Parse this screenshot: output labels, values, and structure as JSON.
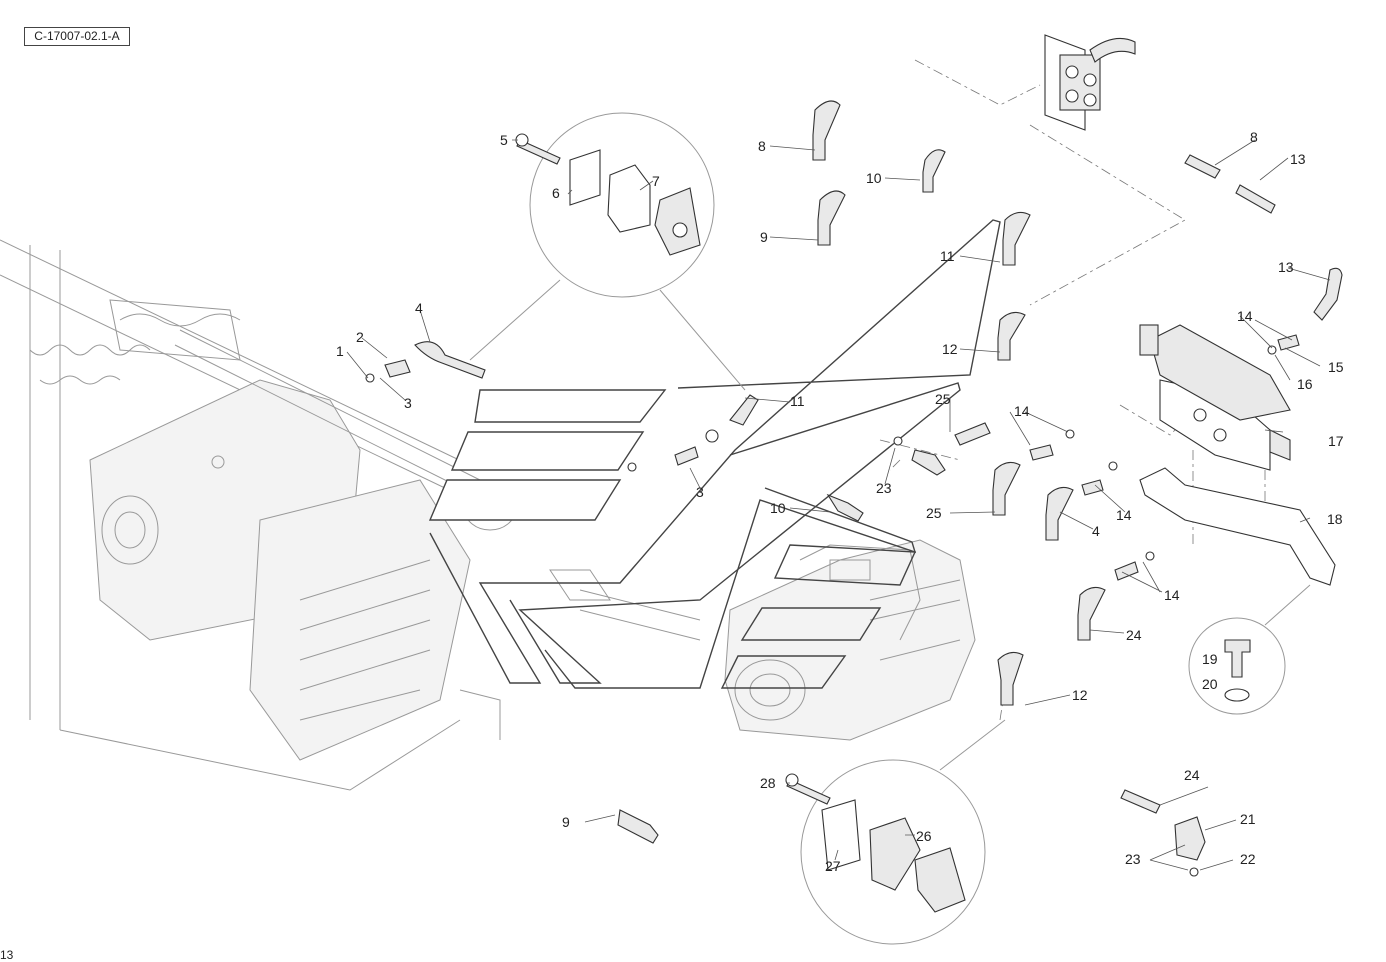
{
  "drawing": {
    "reference": "C-17007-02.1-A",
    "corner_text": "13"
  },
  "callouts": [
    {
      "id": "c1",
      "text": "1"
    },
    {
      "id": "c2",
      "text": "2"
    },
    {
      "id": "c3a",
      "text": "3"
    },
    {
      "id": "c3b",
      "text": "3"
    },
    {
      "id": "c4a",
      "text": "4"
    },
    {
      "id": "c4b",
      "text": "4"
    },
    {
      "id": "c5",
      "text": "5"
    },
    {
      "id": "c6",
      "text": "6"
    },
    {
      "id": "c7",
      "text": "7"
    },
    {
      "id": "c8a",
      "text": "8"
    },
    {
      "id": "c8b",
      "text": "8"
    },
    {
      "id": "c9a",
      "text": "9"
    },
    {
      "id": "c9b",
      "text": "9"
    },
    {
      "id": "c10a",
      "text": "10"
    },
    {
      "id": "c10b",
      "text": "10"
    },
    {
      "id": "c11a",
      "text": "11"
    },
    {
      "id": "c11b",
      "text": "11"
    },
    {
      "id": "c12a",
      "text": "12"
    },
    {
      "id": "c12b",
      "text": "12"
    },
    {
      "id": "c13a",
      "text": "13"
    },
    {
      "id": "c13b",
      "text": "13"
    },
    {
      "id": "c14a",
      "text": "14"
    },
    {
      "id": "c14b",
      "text": "14"
    },
    {
      "id": "c14c",
      "text": "14"
    },
    {
      "id": "c14d",
      "text": "14"
    },
    {
      "id": "c15",
      "text": "15"
    },
    {
      "id": "c16",
      "text": "16"
    },
    {
      "id": "c17",
      "text": "17"
    },
    {
      "id": "c18",
      "text": "18"
    },
    {
      "id": "c19",
      "text": "19"
    },
    {
      "id": "c20",
      "text": "20"
    },
    {
      "id": "c21",
      "text": "21"
    },
    {
      "id": "c22",
      "text": "22"
    },
    {
      "id": "c23a",
      "text": "23"
    },
    {
      "id": "c23b",
      "text": "23"
    },
    {
      "id": "c24a",
      "text": "24"
    },
    {
      "id": "c24b",
      "text": "24"
    },
    {
      "id": "c25a",
      "text": "25"
    },
    {
      "id": "c25b",
      "text": "25"
    },
    {
      "id": "c26",
      "text": "26"
    },
    {
      "id": "c27",
      "text": "27"
    },
    {
      "id": "c28",
      "text": "28"
    }
  ]
}
